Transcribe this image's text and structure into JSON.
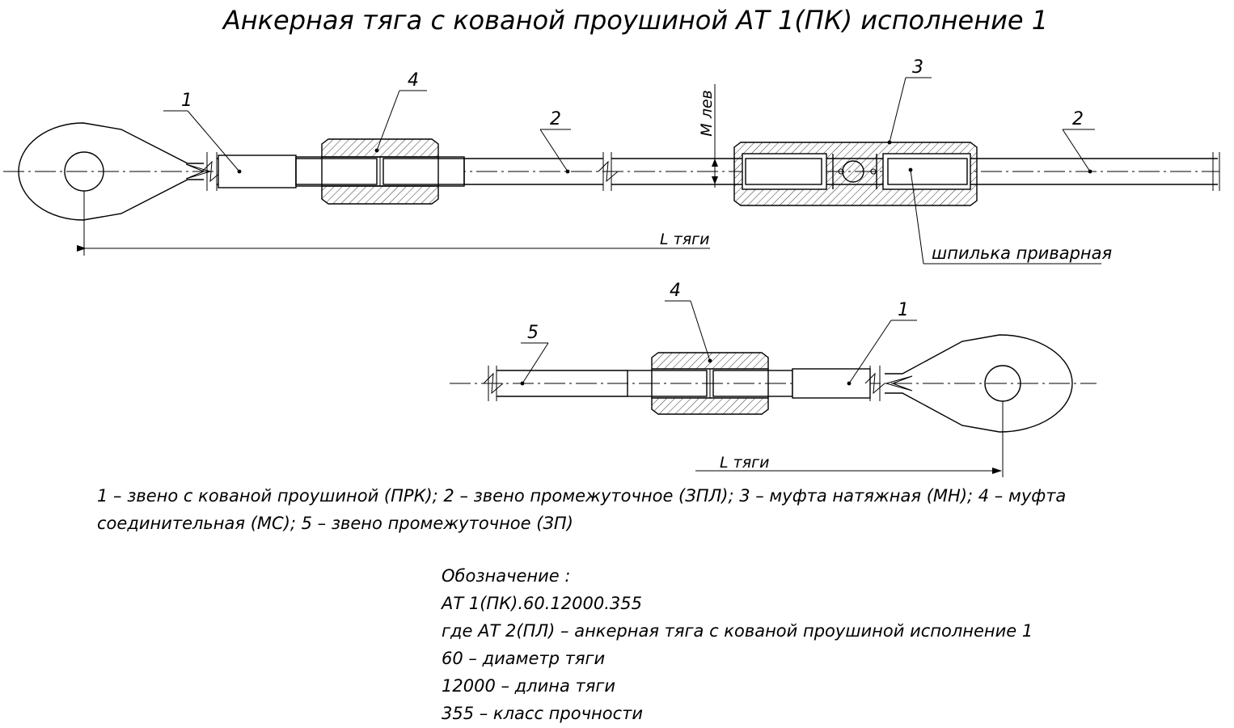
{
  "title": "Анкерная тяга с кованой проушиной АТ 1(ПК)  исполнение  1",
  "callouts": {
    "top": [
      "1",
      "4",
      "2",
      "3",
      "2"
    ],
    "bottom": [
      "5",
      "4",
      "1"
    ]
  },
  "labels": {
    "thread": "М лев",
    "length_top": "L тяги",
    "length_bottom": "L тяги",
    "stud": "шпилька приварная"
  },
  "legend": {
    "line1": "1 –  звено с кованой проушиной  (ПРК); 2 –  звено промежуточное  (ЗПЛ); 3 –  муфта натяжная  (МН); 4 –  муфта",
    "line2": "соединительная  (МС); 5 –  звено промежуточное  (ЗП)"
  },
  "designation": {
    "heading": "Обозначение :",
    "code": "АТ 1(ПК).60.12000.355",
    "where": "где АТ 2(ПЛ) –  анкерная тяга с кованой проушиной исполнение  1",
    "diameter": "60 –  диаметр тяги",
    "length": "12000 –  длина тяги",
    "class": "355 –  класс прочности"
  }
}
